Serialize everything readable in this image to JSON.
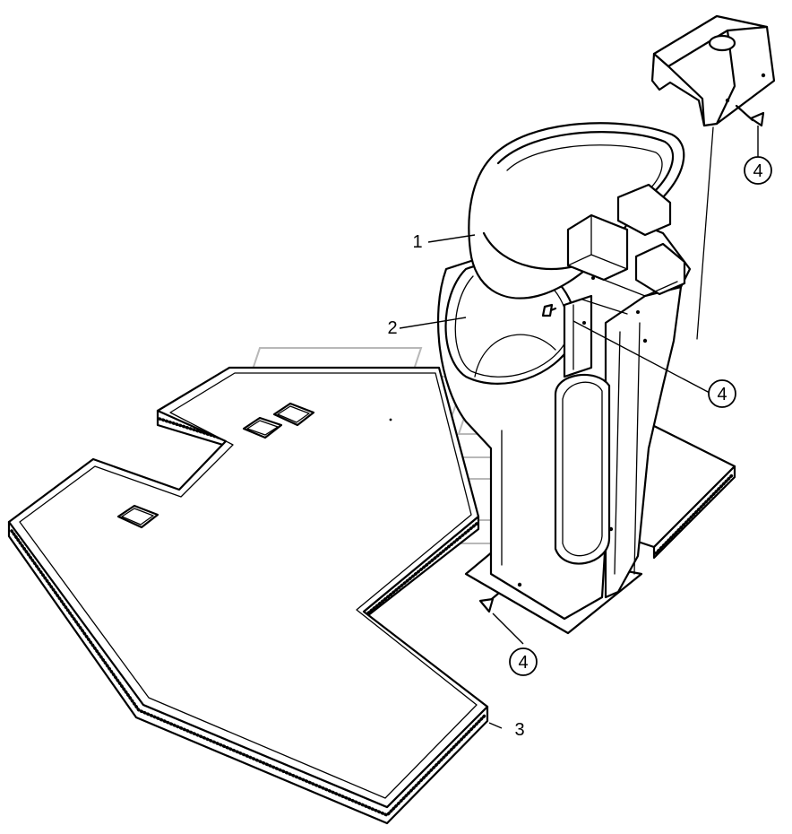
{
  "callouts": {
    "part_1": "1",
    "part_2": "2",
    "part_3": "3",
    "screw_top": "4",
    "screw_middle": "4",
    "screw_bottom": "4"
  },
  "colors": {
    "line": "#000000",
    "background": "#ffffff",
    "watermark": "#b8b8b8"
  }
}
